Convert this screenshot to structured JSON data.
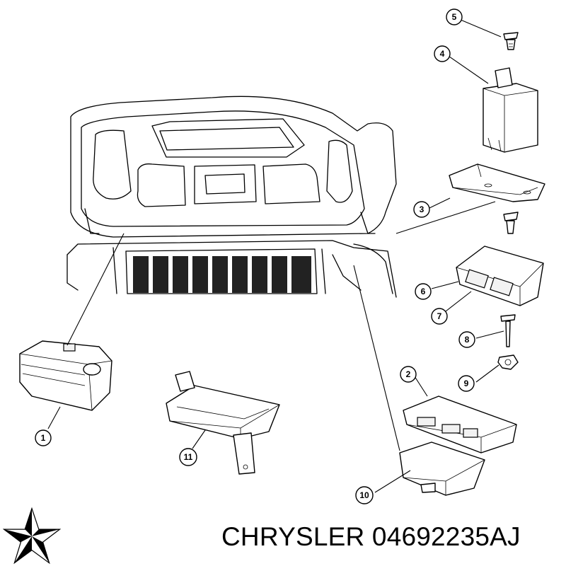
{
  "callouts": [
    "1",
    "2",
    "3",
    "4",
    "5",
    "6",
    "7",
    "8",
    "9",
    "10",
    "11"
  ],
  "footer": {
    "brand": "CHRYSLER",
    "part_number": "04692235AJ"
  },
  "logo": {
    "icon": "pentastar-icon"
  }
}
